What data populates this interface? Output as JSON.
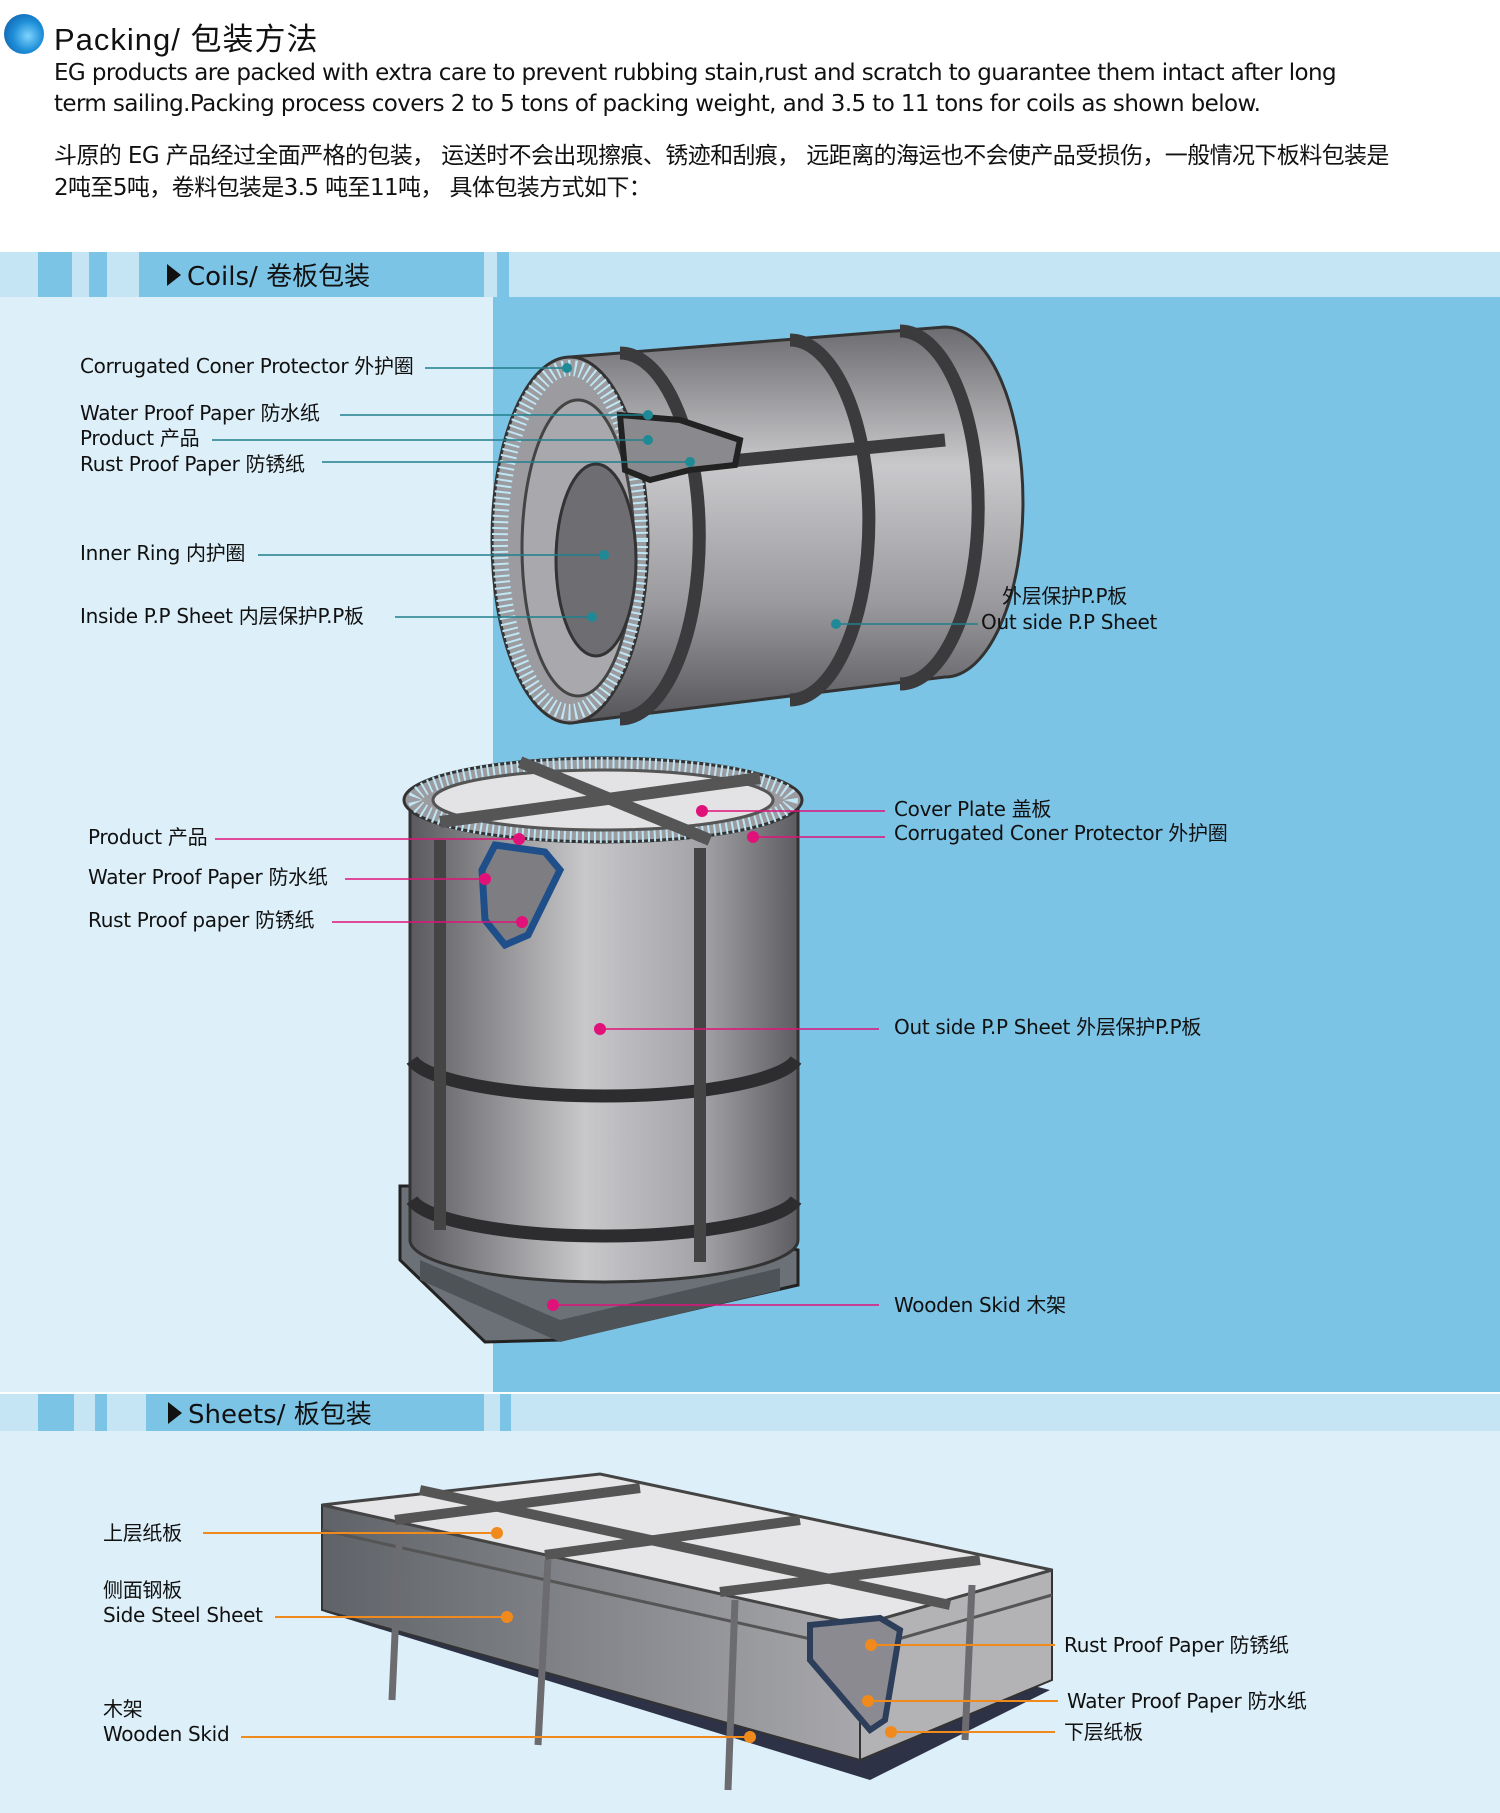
{
  "header": {
    "title": "Packing/ 包装方法",
    "intro_en_1": "EG products are packed with extra care to prevent rubbing stain,rust and scratch to guarantee them intact after long",
    "intro_en_2": "term sailing.Packing process covers 2 to 5 tons of packing weight,  and 3.5 to 11 tons for coils as shown below.",
    "intro_cn_1": "斗原的 EG 产品经过全面严格的包装， 运送时不会出现擦痕、锈迹和刮痕， 远距离的海运也不会使产品受损伤，一般情况下板料包装是",
    "intro_cn_2": "2吨至5吨，卷料包装是3.5 吨至11吨， 具体包装方式如下："
  },
  "coils": {
    "section_title": "Coils/ 卷板包装",
    "horizontal_labels": [
      "Corrugated Coner Protector 外护圈",
      "Water Proof Paper 防水纸",
      "Product  产品",
      "Rust Proof Paper 防锈纸",
      "Inner Ring 内护圈",
      "Inside P.P Sheet 内层保护P.P板",
      "外层保护P.P板",
      "Out side P.P Sheet"
    ],
    "vertical_labels": [
      "Product 产品",
      "Water Proof Paper 防水纸",
      "Rust Proof paper 防锈纸",
      "Cover Plate 盖板",
      "Corrugated Coner Protector 外护圈",
      "Out side P.P Sheet 外层保护P.P板",
      "Wooden Skid 木架"
    ]
  },
  "sheets": {
    "section_title": "Sheets/ 板包装",
    "labels": [
      "上层纸板",
      "侧面钢板",
      "Side Steel Sheet",
      "木架",
      "Wooden Skid",
      "Rust Proof Paper 防锈纸",
      "Water Proof Paper 防水纸",
      "下层纸板"
    ]
  },
  "colors": {
    "teal_leader": "#1f7f8c",
    "pink_leader": "#e0127a",
    "orange_leader": "#f08a1c",
    "panel_light": "#ddeff9",
    "panel_blue": "#7cc4e6"
  }
}
